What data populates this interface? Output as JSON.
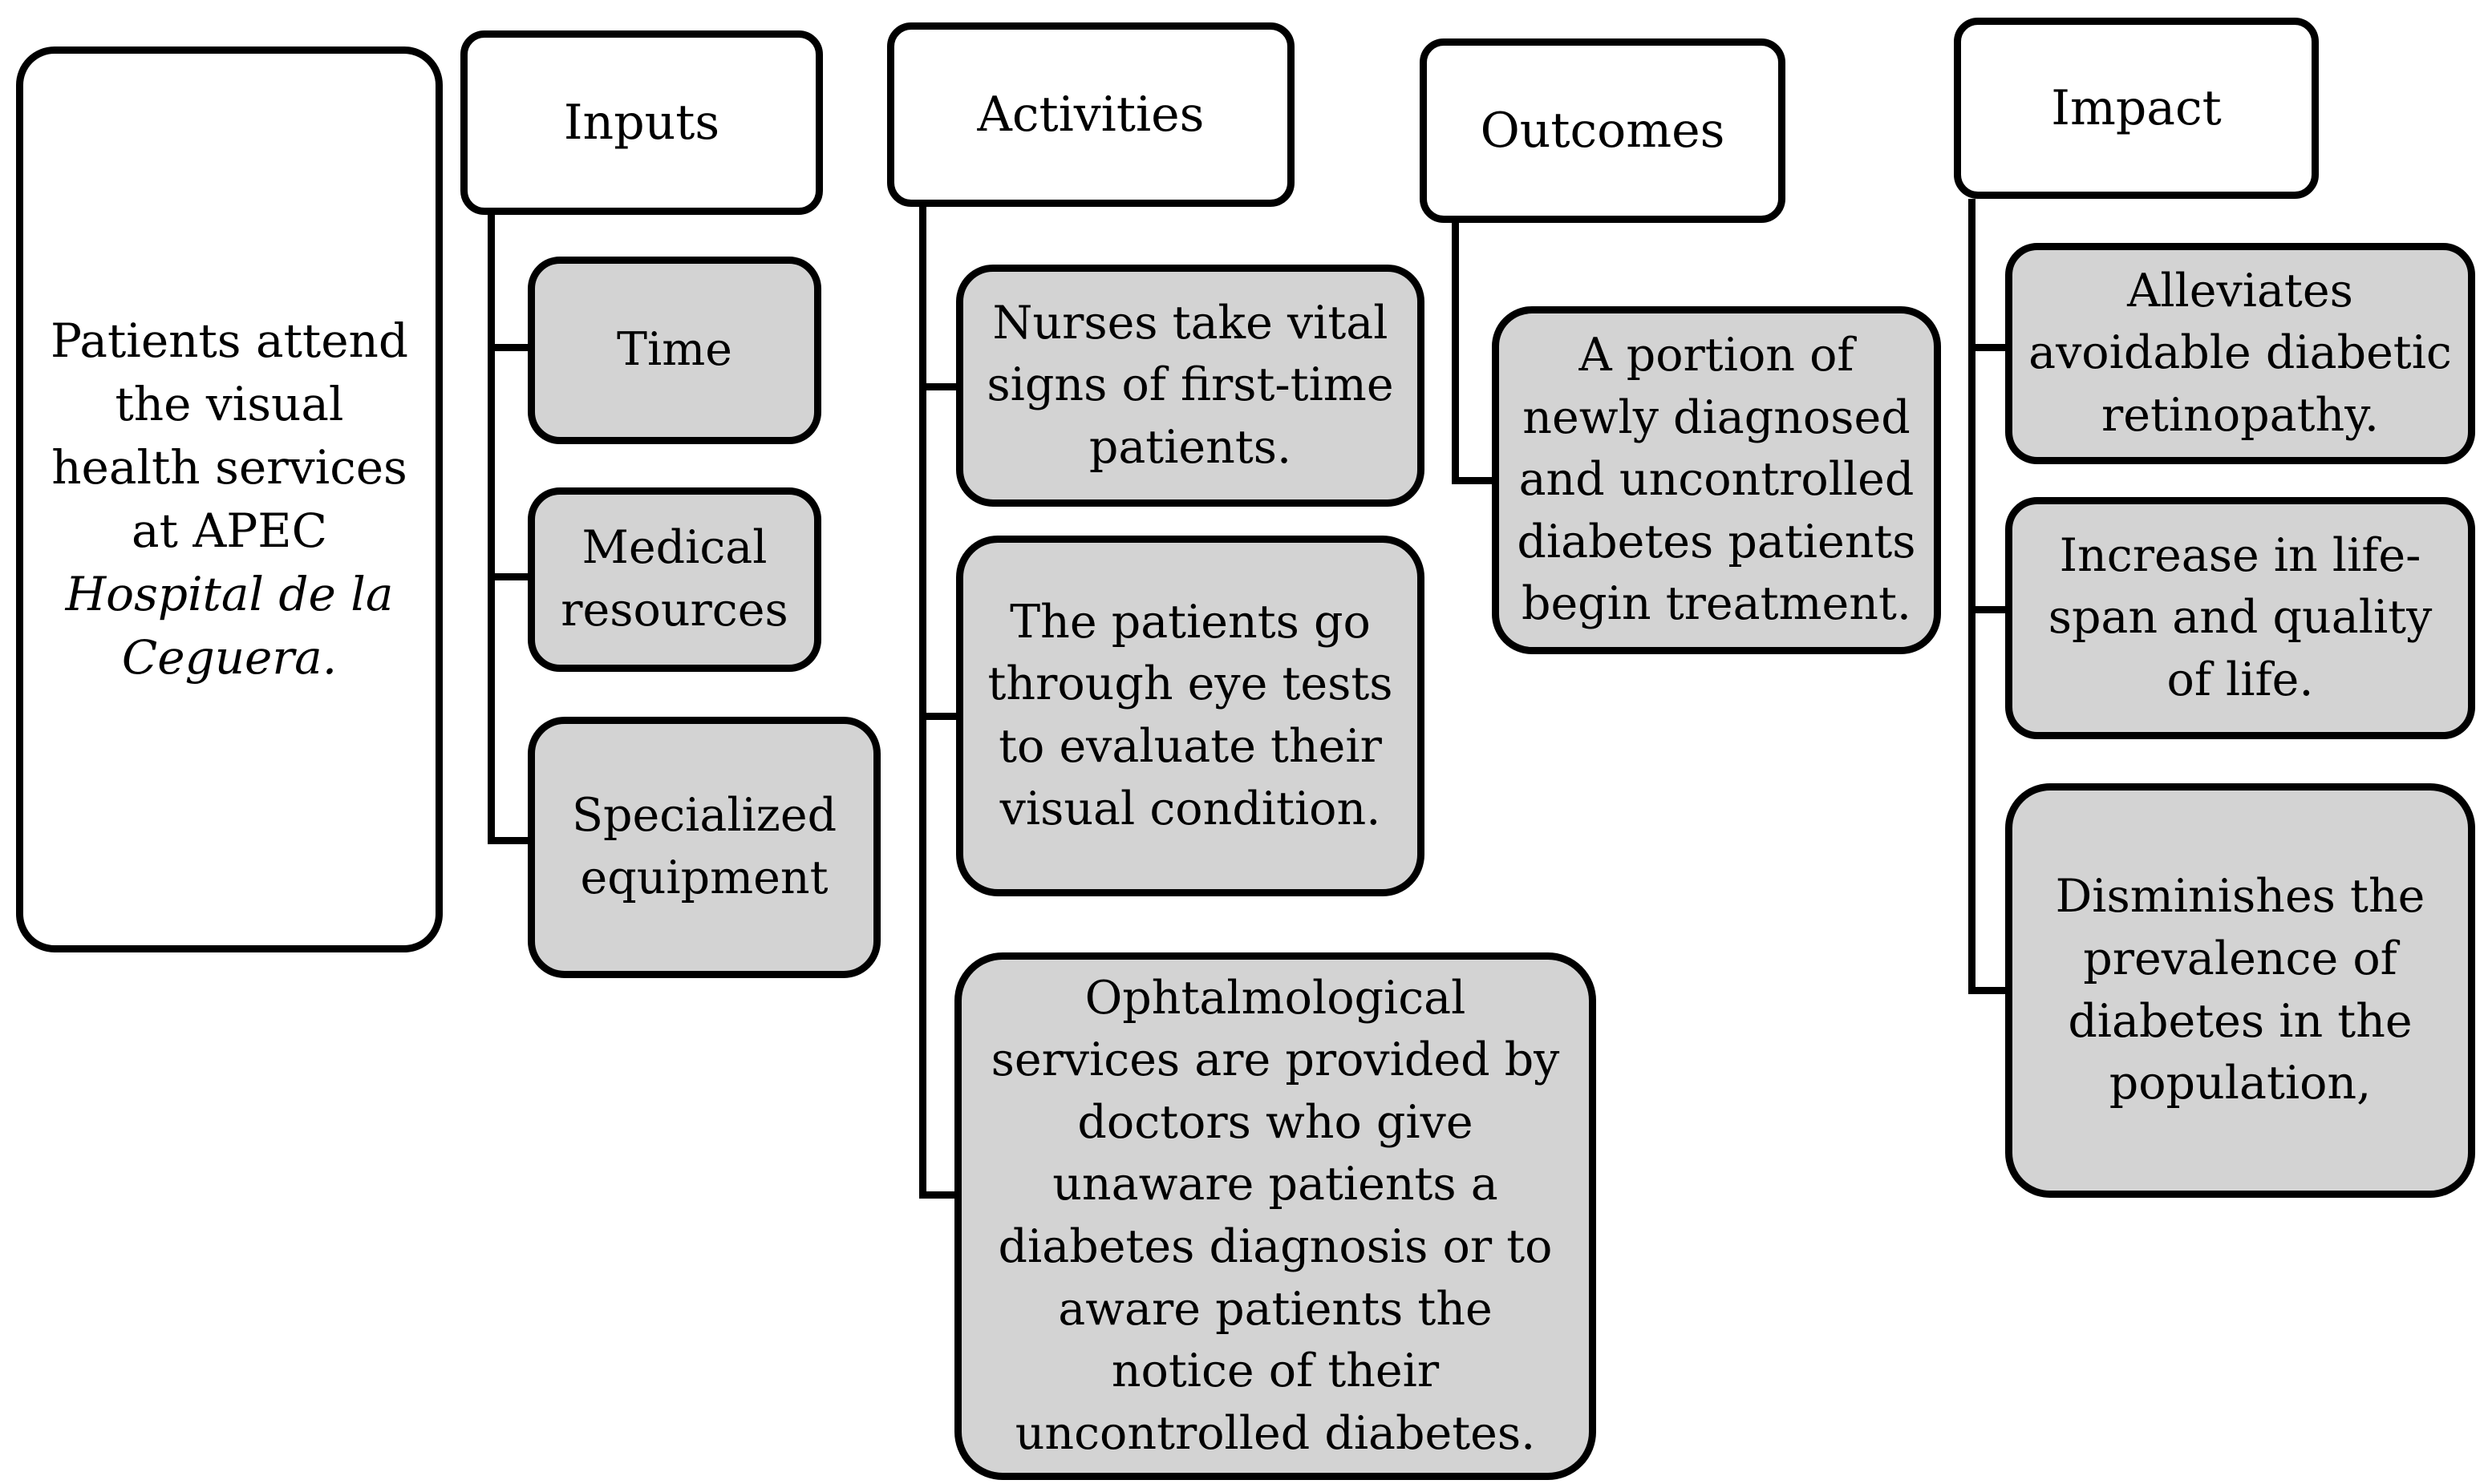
{
  "diagram": {
    "colors": {
      "child_fill": "#d3d3d3",
      "header_fill": "#ffffff",
      "border": "#000000"
    },
    "title_box": {
      "text": "Patients attend\nthe visual\nhealth services\nat APEC",
      "italic_text": "Hospital de la\nCeguera."
    },
    "columns": [
      {
        "header": "Inputs",
        "children": [
          "Time",
          "Medical\nresources",
          "Specialized\nequipment"
        ]
      },
      {
        "header": "Activities",
        "children": [
          "Nurses take vital\nsigns of first-time\npatients.",
          "The patients go\nthrough eye tests\nto evaluate their\nvisual condition.",
          "Ophtalmological\nservices are provided by\ndoctors who give\nunaware patients a\ndiabetes diagnosis or to\naware patients the\nnotice of their\nuncontrolled diabetes."
        ]
      },
      {
        "header": "Outcomes",
        "children": [
          "A portion of\nnewly diagnosed\nand uncontrolled\ndiabetes patients\nbegin treatment."
        ]
      },
      {
        "header": "Impact",
        "children": [
          "Alleviates\navoidable diabetic\nretinopathy.",
          "Increase in life-\nspan and quality\nof life.",
          "Disminishes the\nprevalence of\ndiabetes in the\npopulation,"
        ]
      }
    ]
  }
}
